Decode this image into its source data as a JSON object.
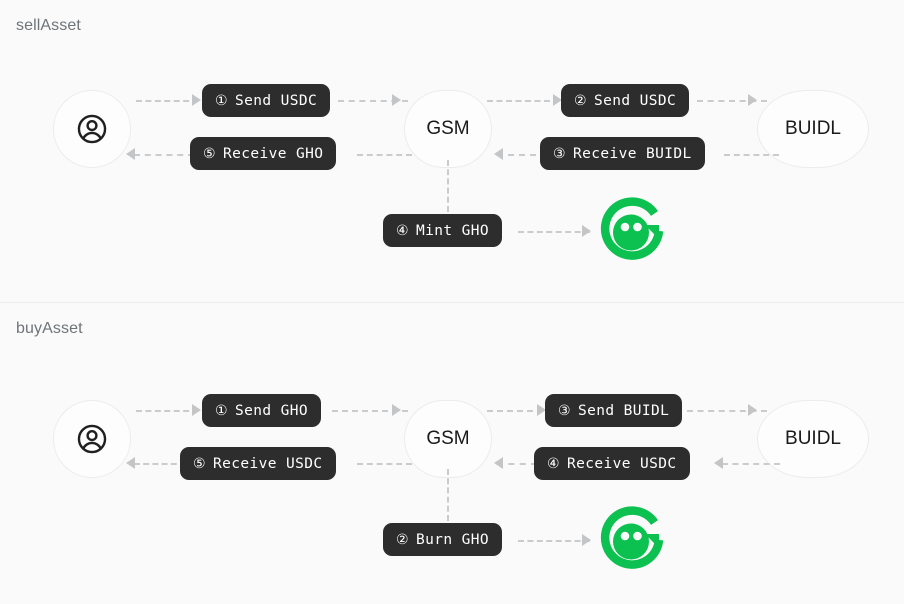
{
  "page": {
    "background": "#fafafa",
    "accent_green": "#0CC14F",
    "badge_bg": "#2d2d2d",
    "title_color": "#6f7478",
    "connector_color": "#c9cbcd"
  },
  "sections": [
    {
      "id": "sellAsset",
      "title": "sellAsset",
      "nodes": [
        {
          "name": "user",
          "label": "",
          "icon": "user-circle-icon"
        },
        {
          "name": "gsm",
          "label": "GSM"
        },
        {
          "name": "buidl",
          "label": "BUIDL"
        },
        {
          "name": "gho",
          "label": "",
          "icon": "gho-logo-icon"
        }
      ],
      "steps": [
        {
          "num": "①",
          "label": "Send USDC",
          "from": "user",
          "to": "gsm"
        },
        {
          "num": "②",
          "label": "Send USDC",
          "from": "gsm",
          "to": "buidl"
        },
        {
          "num": "③",
          "label": "Receive BUIDL",
          "from": "buidl",
          "to": "gsm"
        },
        {
          "num": "④",
          "label": "Mint GHO",
          "from": "gsm",
          "to": "gho"
        },
        {
          "num": "⑤",
          "label": "Receive GHO",
          "from": "gsm",
          "to": "user"
        }
      ]
    },
    {
      "id": "buyAsset",
      "title": "buyAsset",
      "nodes": [
        {
          "name": "user",
          "label": "",
          "icon": "user-circle-icon"
        },
        {
          "name": "gsm",
          "label": "GSM"
        },
        {
          "name": "buidl",
          "label": "BUIDL"
        },
        {
          "name": "gho",
          "label": "",
          "icon": "gho-logo-icon"
        }
      ],
      "steps": [
        {
          "num": "①",
          "label": "Send GHO",
          "from": "user",
          "to": "gsm"
        },
        {
          "num": "②",
          "label": "Burn GHO",
          "from": "gsm",
          "to": "gho"
        },
        {
          "num": "③",
          "label": "Send BUIDL",
          "from": "gsm",
          "to": "buidl"
        },
        {
          "num": "④",
          "label": "Receive USDC",
          "from": "buidl",
          "to": "gsm"
        },
        {
          "num": "⑤",
          "label": "Receive USDC",
          "from": "gsm",
          "to": "user"
        }
      ]
    }
  ],
  "labels": {
    "sell_title": "sellAsset",
    "buy_title": "buyAsset",
    "gsm": "GSM",
    "buidl": "BUIDL",
    "sell_top_left_num": "①",
    "sell_top_left_text": "Send USDC",
    "sell_bot_left_num": "⑤",
    "sell_bot_left_text": "Receive GHO",
    "sell_top_right_num": "②",
    "sell_top_right_text": "Send USDC",
    "sell_bot_right_num": "③",
    "sell_bot_right_text": "Receive BUIDL",
    "sell_mint_num": "④",
    "sell_mint_text": "Mint GHO",
    "buy_top_left_num": "①",
    "buy_top_left_text": "Send GHO",
    "buy_bot_left_num": "⑤",
    "buy_bot_left_text": "Receive USDC",
    "buy_top_right_num": "③",
    "buy_top_right_text": "Send BUIDL",
    "buy_bot_right_num": "④",
    "buy_bot_right_text": "Receive USDC",
    "buy_burn_num": "②",
    "buy_burn_text": "Burn GHO"
  }
}
